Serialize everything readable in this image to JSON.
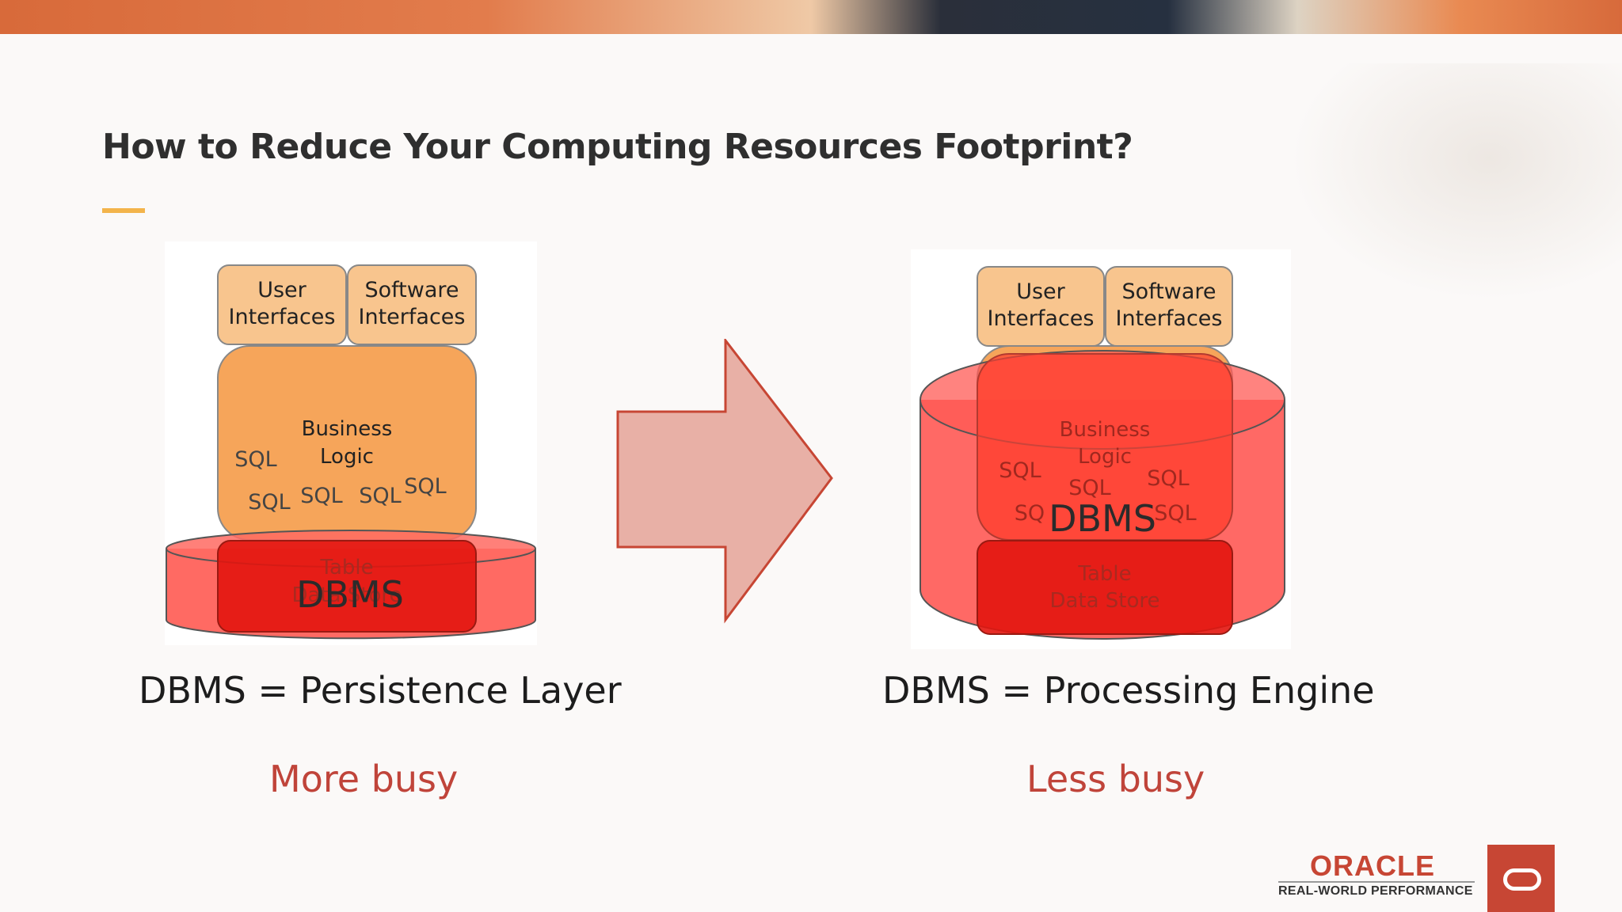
{
  "slide": {
    "title": "How to Reduce Your Computing Resources Footprint?"
  },
  "left_diagram": {
    "box_user": [
      "User",
      "Interfaces"
    ],
    "box_software": [
      "Software",
      "Interfaces"
    ],
    "business": [
      "Business",
      "Logic"
    ],
    "sql": [
      "SQL",
      "SQL",
      "SQL",
      "SQL",
      "SQL"
    ],
    "table": [
      "Table",
      "Data Store"
    ],
    "dbms": "DBMS"
  },
  "right_diagram": {
    "box_user": [
      "User",
      "Interfaces"
    ],
    "box_software": [
      "Software",
      "Interfaces"
    ],
    "business": [
      "Business",
      "Logic"
    ],
    "sql": [
      "SQL",
      "SQL",
      "SQL",
      "SQ",
      "SQL"
    ],
    "table": [
      "Table",
      "Data Store"
    ],
    "dbms": "DBMS"
  },
  "captions": {
    "left": "DBMS = Persistence Layer",
    "right": "DBMS = Processing Engine",
    "left_status": "More busy",
    "right_status": "Less busy"
  },
  "logo": {
    "wordmark": "ORACLE",
    "tagline": "REAL-WORLD PERFORMANCE"
  },
  "colors": {
    "accent": "#f3b44b",
    "box_fill": "#f8c58e",
    "logic_fill": "#f6a55a",
    "dbms_red": "#ff3b30",
    "status_red": "#c0443a",
    "oracle_red": "#c74634"
  }
}
